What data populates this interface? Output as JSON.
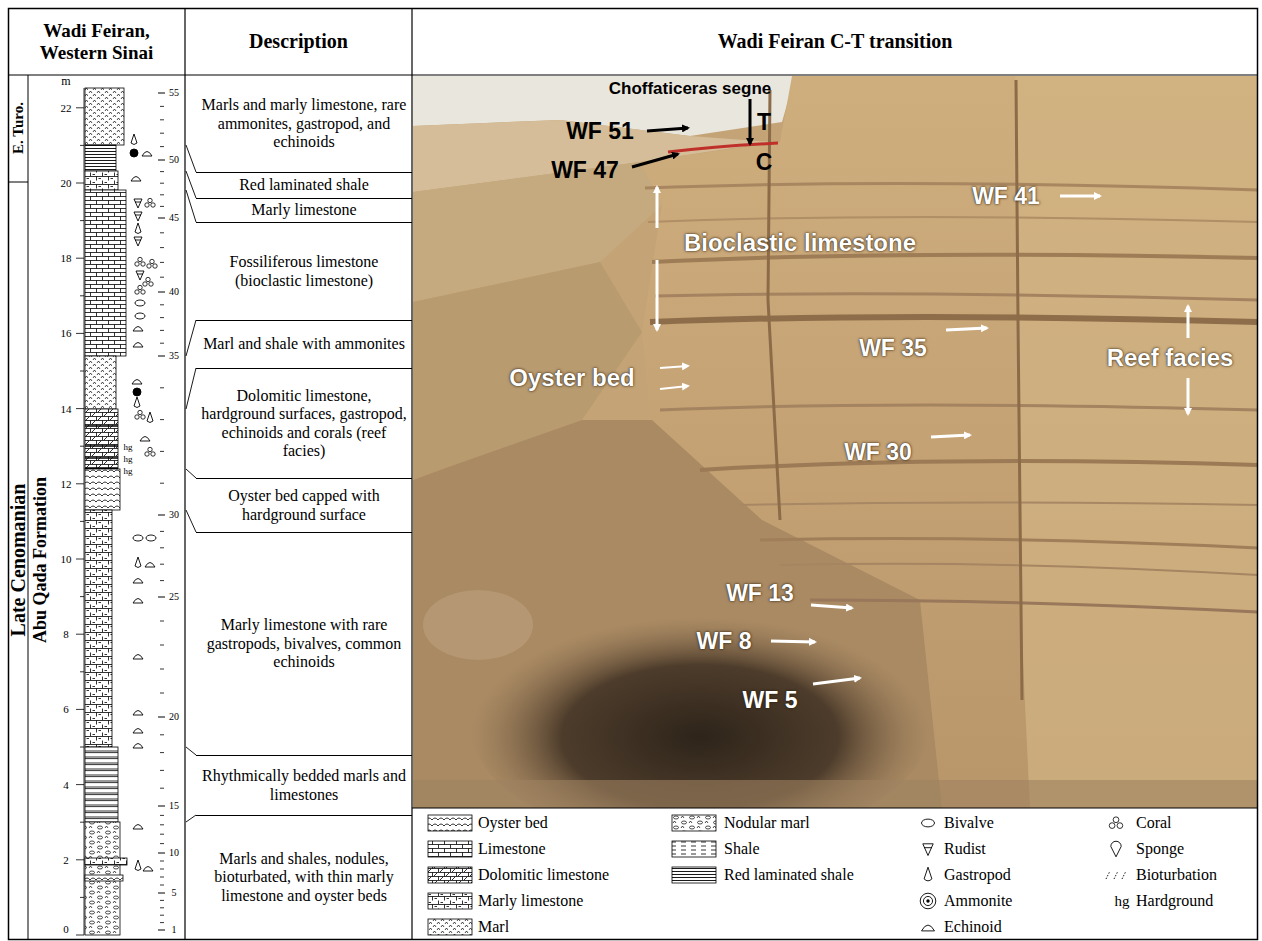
{
  "diagram": {
    "nodes": [
      {
        "text": [
          "Wadi Feiran, Western Sinai"
        ]
      },
      {
        "text": [
          "Description"
        ]
      },
      {
        "text": [
          "Wadi Feiran C-T transition"
        ]
      },
      {
        "text": [
          "Marls and marly limestone, rare ammonites, gastropod, and echinoids"
        ]
      },
      {
        "text": [
          "Red laminated shale"
        ]
      },
      {
        "text": [
          "Marly limestone"
        ]
      },
      {
        "text": [
          "Fossiliferous limestone (bioclastic limestone)"
        ]
      },
      {
        "text": [
          "Marl and shale with ammonites"
        ]
      },
      {
        "text": [
          "Dolomitic limestone, hardground surfaces, gastropod, echinoids and corals (reef facies)"
        ]
      },
      {
        "text": [
          "Oyster bed capped with hardground surface"
        ]
      },
      {
        "text": [
          "Marly limestone with rare gastropods, bivalves, common echinoids"
        ]
      },
      {
        "text": [
          "Rhythmically bedded marls and limestones"
        ]
      },
      {
        "text": [
          "Marls and shales, nodules, bioturbated, with thin marly limestone and oyster beds"
        ]
      }
    ],
    "labels": [
      "E. Turo.",
      "Late Cenomanian",
      "Abu Qada Formation",
      "m",
      "22",
      "20",
      "18",
      "16",
      "14",
      "12",
      "10",
      "8",
      "6",
      "4",
      "2",
      "0",
      "55",
      "50",
      "45",
      "40",
      "35",
      "30",
      "25",
      "20",
      "15",
      "10",
      "5",
      "1",
      "hg",
      "hg",
      "hg",
      "Choffaticeras segne",
      "WF 51",
      "WF 47",
      "T",
      "C",
      "Bioclastic limestone",
      "WF 41",
      "WF 35",
      "Reef facies",
      "Oyster bed",
      "WF 30",
      "WF 13",
      "WF 8",
      "WF 5",
      "hg"
    ],
    "legend": [
      {
        "text": "Oyster bed"
      },
      {
        "text": "Limestone"
      },
      {
        "text": "Dolomitic limestone"
      },
      {
        "text": "Marly limestone"
      },
      {
        "text": "Marl"
      },
      {
        "text": "Nodular marl"
      },
      {
        "text": "Shale"
      },
      {
        "text": "Red laminated shale"
      },
      {
        "text": "Bivalve"
      },
      {
        "text": "Rudist"
      },
      {
        "text": "Gastropod"
      },
      {
        "text": "Ammonite"
      },
      {
        "text": "Echinoid"
      },
      {
        "text": "Coral"
      },
      {
        "text": "Sponge"
      },
      {
        "text": "Bioturbation"
      },
      {
        "text": "Hardground"
      }
    ]
  }
}
